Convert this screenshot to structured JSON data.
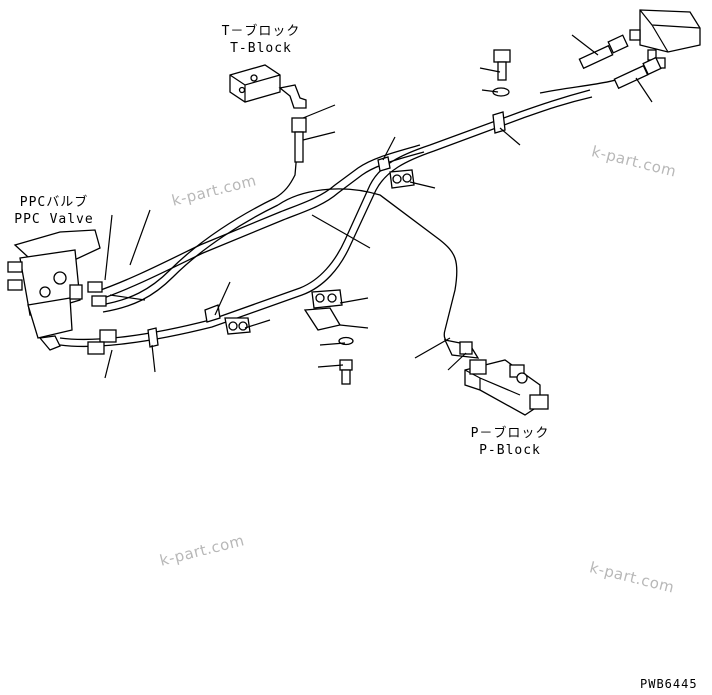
{
  "labels": {
    "t_block_jp": "T－ブロック",
    "t_block_en": "T-Block",
    "ppc_valve_jp": "PPCバルブ",
    "ppc_valve_en": "PPC Valve",
    "p_block_jp": "P－ブロック",
    "p_block_en": "P-Block"
  },
  "watermark": "k-part.com",
  "drawing_code": "PWB6445",
  "icons": [
    "ppc-valve-icon",
    "t-block-icon",
    "p-block-icon",
    "solenoid-block-icon",
    "bolt-icon",
    "washer-icon",
    "clamp-icon",
    "hose-fitting-icon"
  ]
}
